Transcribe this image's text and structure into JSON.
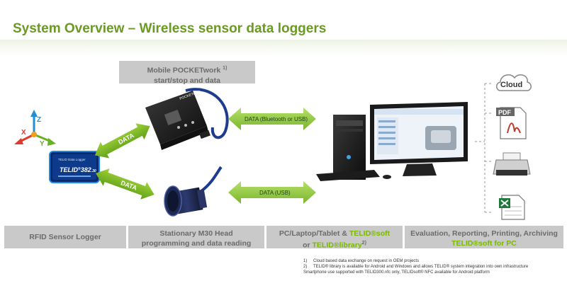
{
  "title": "System Overview – Wireless sensor data loggers",
  "mobile_box": {
    "line1": "Mobile POCKETwork",
    "sup": "1)",
    "line2": "start/stop and data"
  },
  "arrows": {
    "data_upper": "DATA",
    "data_lower": "DATA",
    "bluetooth_usb": "DATA (Bluetooth or USB)",
    "usb": "DATA (USB)"
  },
  "axes": {
    "z": "Z",
    "x": "X",
    "y": "Y"
  },
  "sensor_tag": {
    "small": "TELID Data Logger",
    "name": "TELID",
    "sup": "®",
    "model": "382",
    "suffix": ".30"
  },
  "pocketwork_label": "POCKETwork",
  "outputs": {
    "cloud": "Cloud",
    "pdf": "PDF"
  },
  "bottom_boxes": {
    "rfid": "RFID Sensor Logger",
    "m30_line1": "Stationary M30 Head",
    "m30_line2": "programming and data reading",
    "pc_line1_prefix": "PC/Laptop/Tablet & ",
    "pc_line1_accent": "TELID®soft",
    "pc_line2_prefix": "or ",
    "pc_line2_accent": "TELID®library",
    "pc_sup": "2)",
    "eval_line1": "Evaluation, Reporting, Printing, Archiving",
    "eval_line2_accent": "TELID®soft for PC"
  },
  "footnotes": {
    "n1": "1)",
    "t1": "Cloud based data exchange on request in OEM projects",
    "n2": "2)",
    "t2": "TELID® library is available for Android and Windows and allows TELID® system integration into own infrastructure",
    "t3": "Smartphone use supported with TELID300.nfc only, TELIDsoft® NFC available for Android platform"
  },
  "colors": {
    "title": "#6a9a24",
    "arrow": "#7ab800",
    "box": "#c9c9c9",
    "accent": "#7ab800"
  }
}
